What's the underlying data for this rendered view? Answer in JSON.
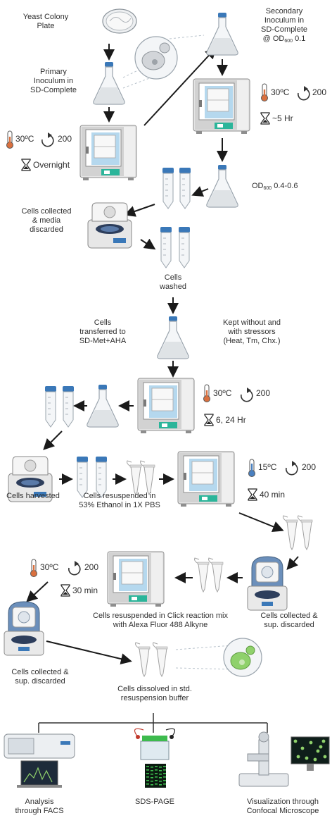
{
  "labels": {
    "yeast_plate": "Yeast Colony\nPlate",
    "primary": "Primary\nInoculum in\nSD-Complete",
    "secondary_1": "Secondary\nInoculum in\nSD-Complete",
    "secondary_2": "@ OD",
    "secondary_2_sub": "600",
    "secondary_2_val": " 0.1",
    "od_check": "OD",
    "od_check_sub": "600",
    "od_check_val": " 0.4-0.6",
    "cells_collected_1": "Cells collected\n& media\ndiscarded",
    "cells_washed": "Cells\nwashed",
    "transferred": "Cells\ntransferred to\nSD-Met+AHA",
    "stressors": "Kept without and\nwith stressors\n(Heat, Tm, Chx.)",
    "harvested": "Cells harvested",
    "resuspended_ethanol": "Cells resuspended in\n53% Ethanol in 1X PBS",
    "click_mix": "Cells resuspended in Click reaction mix\nwith Alexa Fluor 488 Alkyne",
    "collected_sup_1": "Cells collected &\nsup. discarded",
    "collected_sup_2": "Cells collected &\nsup. discarded",
    "dissolved": "Cells dissolved in std.\nresuspension buffer",
    "facs": "Analysis\nthrough FACS",
    "sds": "SDS-PAGE",
    "confocal": "Visualization through\nConfocal Microscope"
  },
  "conditions": {
    "c1": {
      "temp": "30ºC",
      "rpm": "200",
      "time": "Overnight"
    },
    "c2": {
      "temp": "30ºC",
      "rpm": "200",
      "time": "~5 Hr"
    },
    "c3": {
      "temp": "30ºC",
      "rpm": "200",
      "time": "6, 24 Hr"
    },
    "c4": {
      "temp": "15ºC",
      "rpm": "200",
      "time": "40 min"
    },
    "c5": {
      "temp": "30ºC",
      "rpm": "200",
      "time": "30 min"
    }
  },
  "colors": {
    "arrow": "#1a1a1a",
    "tube_cap": "#3a78b8",
    "incubator_body": "#e4e4e4",
    "incubator_door": "#79b8e0",
    "incubator_base": "#2bb59a",
    "thermo_warm": "#d9703f",
    "thermo_cold": "#4a80c0",
    "yeast_green": "#8fd16b",
    "gel_green": "#3dbb4e",
    "monitor_bg": "#0f1e1a"
  }
}
